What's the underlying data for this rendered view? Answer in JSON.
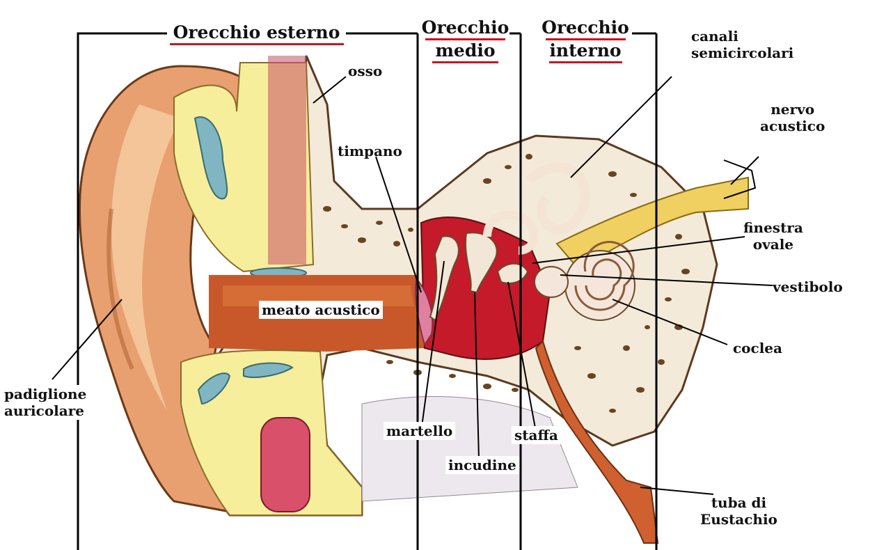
{
  "colors": {
    "underline": "#c8141e",
    "skin": "#e8a070",
    "cartilage": "#f6ee9a",
    "fluid": "#7fb6c2",
    "bone": "#f3ead9",
    "cavity": "#c41a2a",
    "tube": "#d06030",
    "muscle": "#c8506a"
  },
  "sections": {
    "outer": "Orecchio esterno",
    "middle_1": "Orecchio",
    "middle_2": "medio",
    "inner_1": "Orecchio",
    "inner_2": "interno"
  },
  "labels": {
    "osso": "osso",
    "canali_1": "canali",
    "canali_2": "semicircolari",
    "nervo_1": "nervo",
    "nervo_2": "acustico",
    "timpano": "timpano",
    "finestra_1": "finestra",
    "finestra_2": "ovale",
    "vestibolo": "vestibolo",
    "meato": "meato acustico",
    "coclea": "coclea",
    "padiglione_1": "padiglione",
    "padiglione_2": "auricolare",
    "martello": "martello",
    "staffa": "staffa",
    "incudine": "incudine",
    "tuba_1": "tuba di",
    "tuba_2": "Eustachio"
  }
}
